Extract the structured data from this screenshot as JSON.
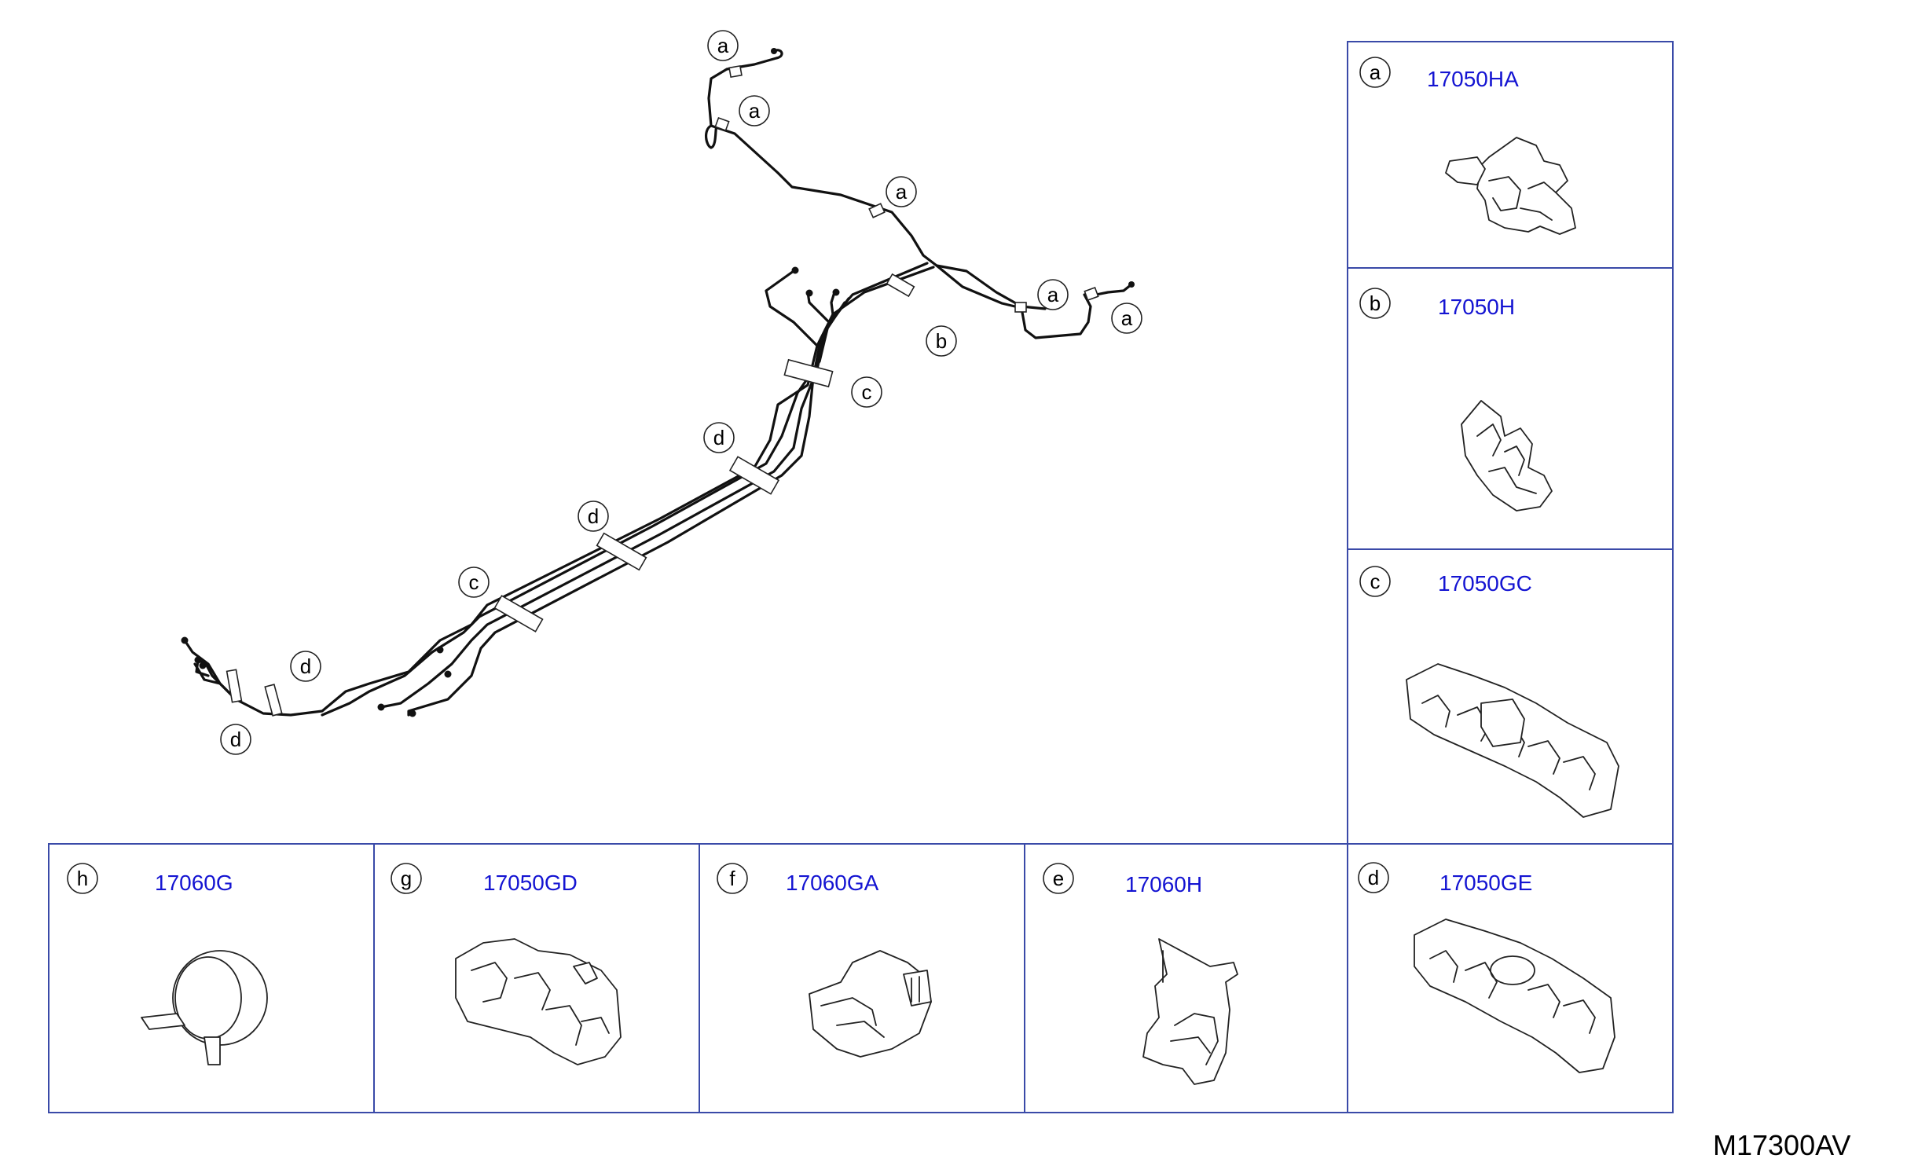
{
  "diagram_code": "M17300AV",
  "callouts": [
    {
      "letter": "a"
    },
    {
      "letter": "a"
    },
    {
      "letter": "a"
    },
    {
      "letter": "a"
    },
    {
      "letter": "a"
    },
    {
      "letter": "b"
    },
    {
      "letter": "c"
    },
    {
      "letter": "d"
    },
    {
      "letter": "d"
    },
    {
      "letter": "c"
    },
    {
      "letter": "d"
    },
    {
      "letter": "d"
    }
  ],
  "parts": [
    {
      "letter": "a",
      "part_number": "17050HA",
      "clip_icon": "clip-single-icon"
    },
    {
      "letter": "b",
      "part_number": "17050H",
      "clip_icon": "clip-hook-icon"
    },
    {
      "letter": "c",
      "part_number": "17050GC",
      "clip_icon": "clip-quad-icon"
    },
    {
      "letter": "d",
      "part_number": "17050GE",
      "clip_icon": "clip-quad-ring-icon"
    },
    {
      "letter": "e",
      "part_number": "17060H",
      "clip_icon": "clip-bracket-icon"
    },
    {
      "letter": "f",
      "part_number": "17060GA",
      "clip_icon": "clip-saddle-icon"
    },
    {
      "letter": "g",
      "part_number": "17050GD",
      "clip_icon": "clip-double-icon"
    },
    {
      "letter": "h",
      "part_number": "17060G",
      "clip_icon": "clip-ring-icon"
    }
  ]
}
